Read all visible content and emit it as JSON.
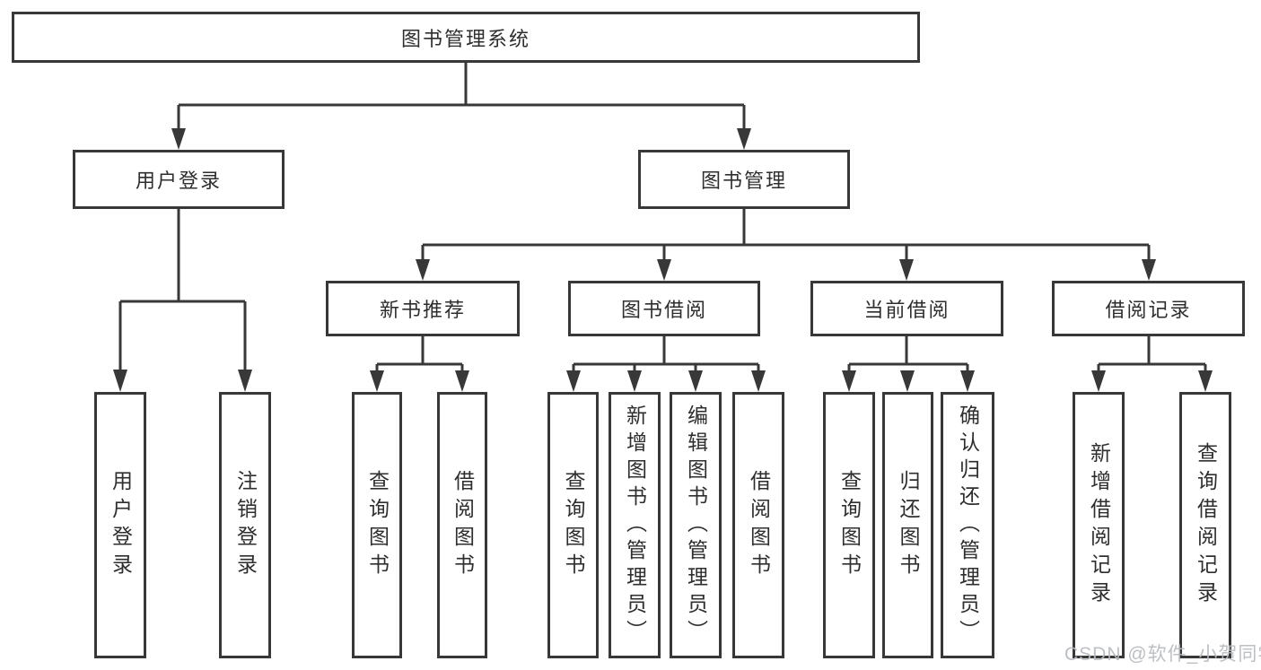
{
  "diagram": {
    "title": "图书管理系统",
    "nodes": {
      "root": "图书管理系统",
      "user_login": "用户登录",
      "book_management": "图书管理",
      "new_book_recommend": "新书推荐",
      "book_borrow": "图书借阅",
      "current_borrow": "当前借阅",
      "borrow_records": "借阅记录",
      "leaf_user_login": "用户登录",
      "leaf_logout": "注销登录",
      "leaf_nb_query_books": "查询图书",
      "leaf_nb_borrow_books": "借阅图书",
      "leaf_bb_query_books": "查询图书",
      "leaf_bb_add_books": "新增图书（管理员）",
      "leaf_bb_edit_books": "编辑图书（管理员）",
      "leaf_bb_borrow_books": "借阅图书",
      "leaf_cb_query_books": "查询图书",
      "leaf_cb_return_books": "归还图书",
      "leaf_cb_confirm_return": "确认归还（管理员）",
      "leaf_br_add_record": "新增借阅记录",
      "leaf_br_query_record": "查询借阅记录"
    },
    "colors": {
      "line": "#383838",
      "box_border": "#383838",
      "text": "#2e2e2e",
      "background": "#ffffff",
      "watermark": "#b6babf"
    }
  },
  "watermark": "CSDN @软件_小贺同学"
}
